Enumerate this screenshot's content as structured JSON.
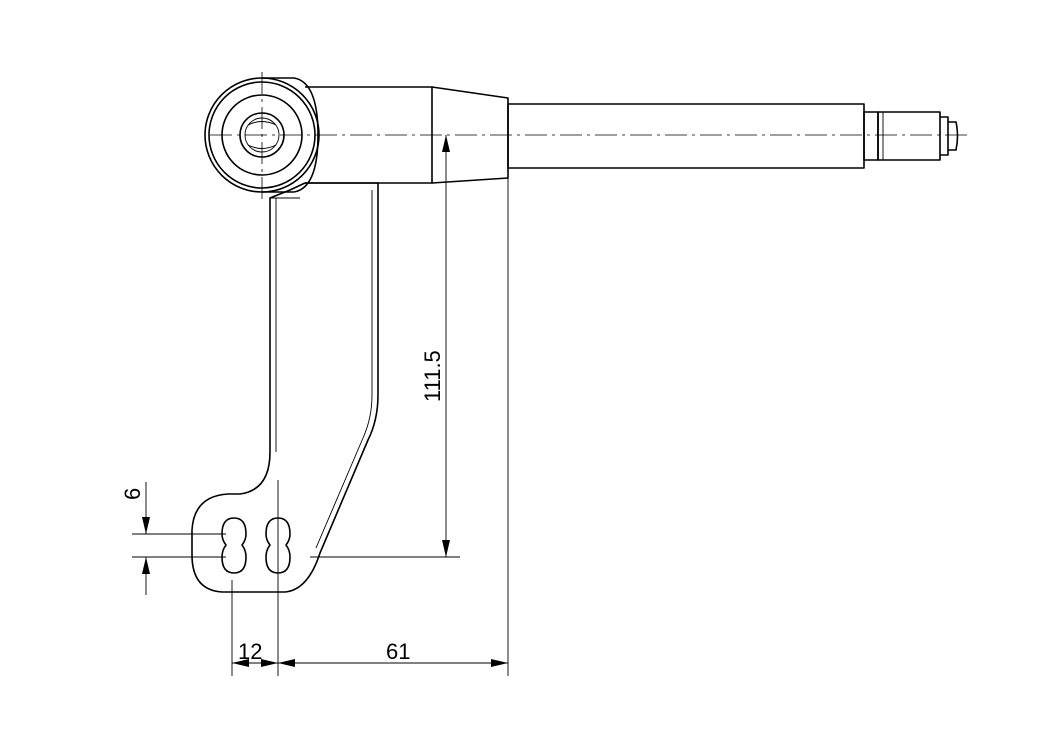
{
  "dimensions": {
    "height_main": "111.5",
    "hole_offset": "6",
    "hole_spacing": "12",
    "horizontal_offset": "61"
  }
}
